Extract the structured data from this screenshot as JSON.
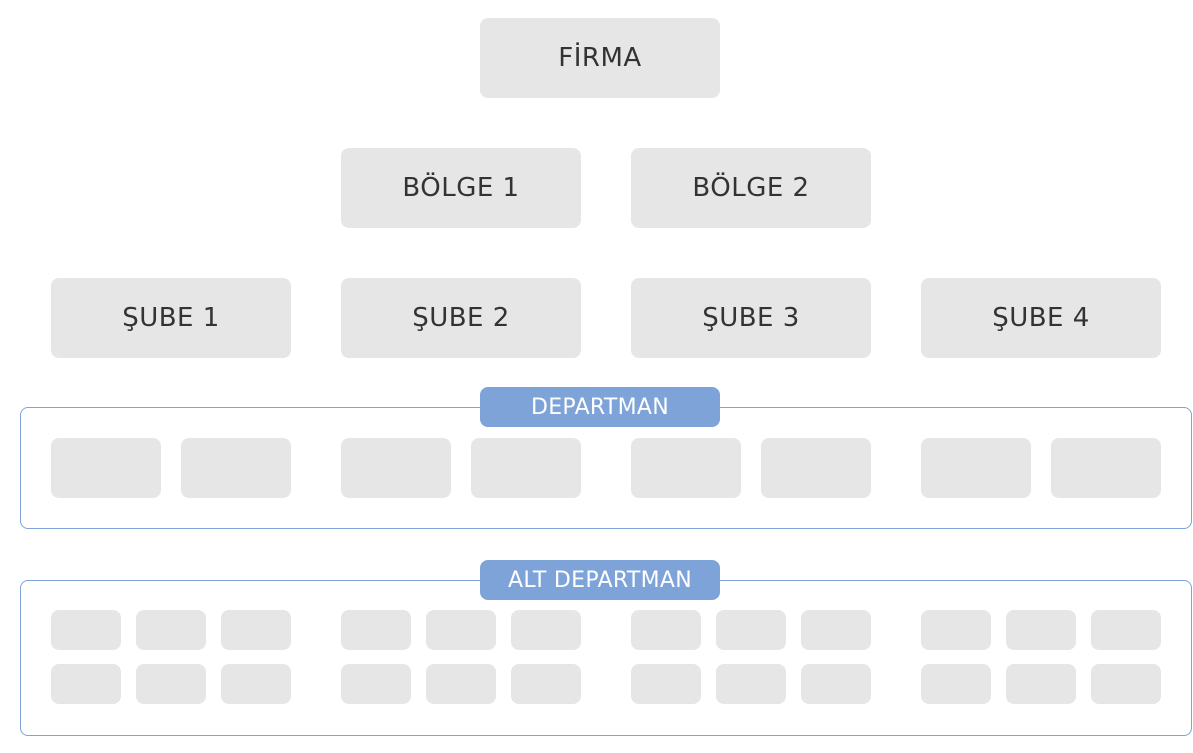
{
  "diagram": {
    "root": {
      "label": "FİRMA"
    },
    "regions": [
      {
        "label": "BÖLGE 1"
      },
      {
        "label": "BÖLGE 2"
      }
    ],
    "branches": [
      {
        "label": "ŞUBE 1"
      },
      {
        "label": "ŞUBE 2"
      },
      {
        "label": "ŞUBE 3"
      },
      {
        "label": "ŞUBE 4"
      }
    ],
    "department_group": {
      "label": "DEPARTMAN"
    },
    "sub_department_group": {
      "label": "ALT DEPARTMAN"
    }
  },
  "colors": {
    "node_fill": "#e6e6e6",
    "accent": "#7da3d8",
    "text": "#333333"
  }
}
